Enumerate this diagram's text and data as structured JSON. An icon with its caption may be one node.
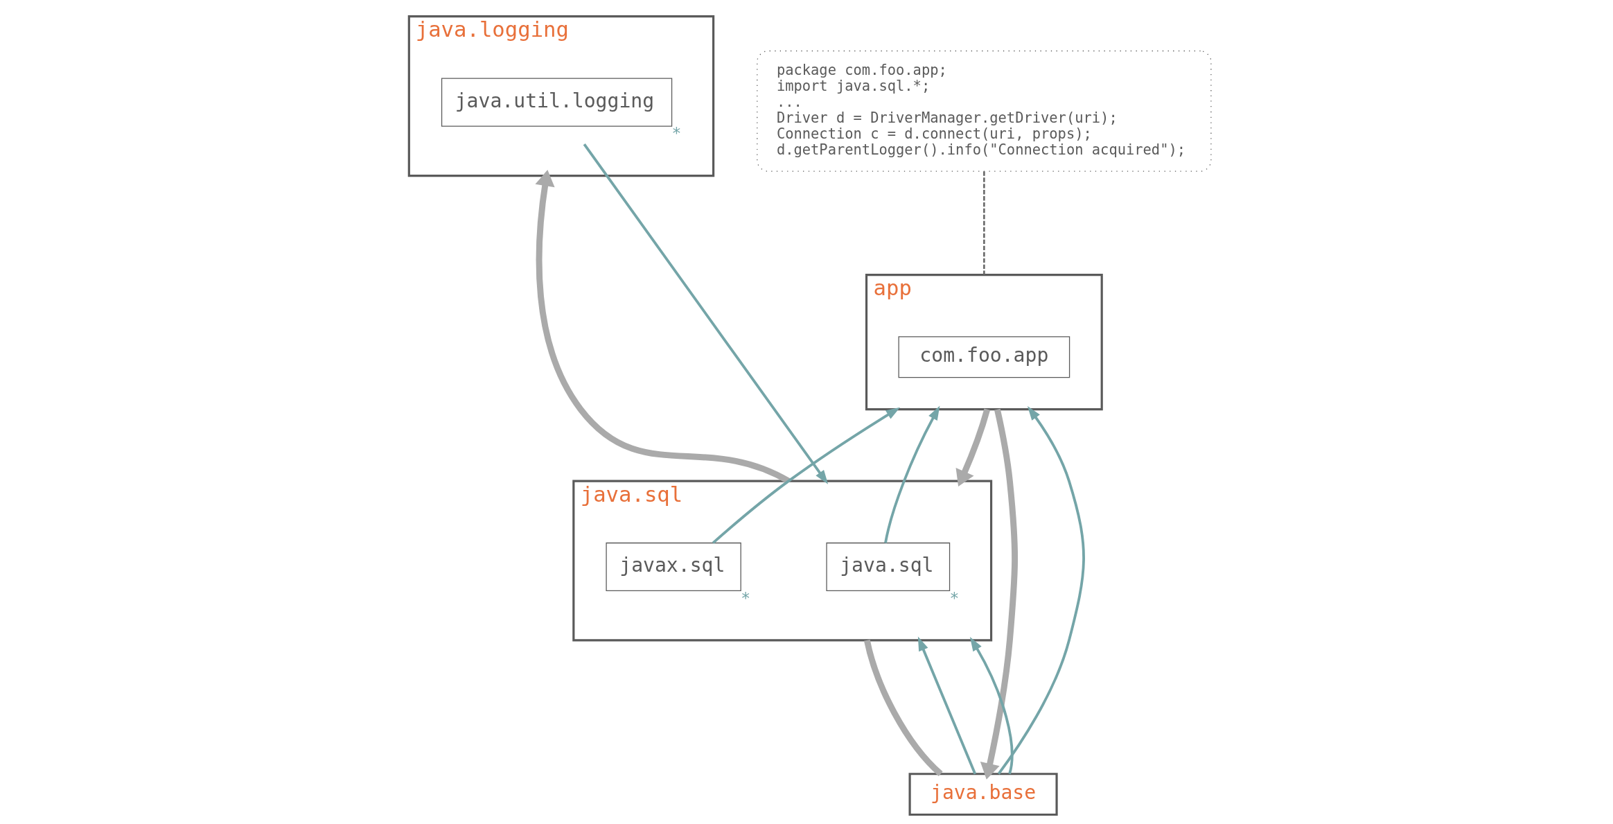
{
  "diagram": {
    "nodes": [
      {
        "text": [
          "app"
        ]
      },
      {
        "text": [
          "com.foo.app"
        ],
        "in": 0
      },
      {
        "text": [
          "java.sql"
        ]
      },
      {
        "text": [
          "java.sql"
        ],
        "in": 2,
        "beside": [
          "*"
        ]
      },
      {
        "text": [
          "javax.sql"
        ],
        "in": 2,
        "beside": [
          "*"
        ]
      },
      {
        "text": [
          "java.logging"
        ]
      },
      {
        "text": [
          "java.util.logging"
        ],
        "in": 5,
        "beside": [
          "*"
        ]
      },
      {
        "text": [
          "java.base"
        ]
      },
      {
        "text": [
          "package com.foo.app;",
          "import java.sql.*;",
          "...",
          "Driver d = DriverManager.getDriver(uri);",
          "Connection c = d.connect(uri, props);",
          "d.getParentLogger().info(\"Connection acquired\");"
        ]
      }
    ],
    "edges": [
      {
        "from": 0,
        "to": 2,
        "arrow": "to",
        "style": "thick",
        "color": "#aaaaaa"
      },
      {
        "from": 0,
        "to": 7,
        "arrow": "to",
        "style": "thick",
        "color": "#aaaaaa"
      },
      {
        "from": 2,
        "to": 5,
        "arrow": "to",
        "style": "thick",
        "color": "#aaaaaa"
      },
      {
        "from": 2,
        "to": 7,
        "arrow": "none",
        "style": "thick",
        "color": "#aaaaaa"
      },
      {
        "from": 3,
        "to": 0,
        "arrow": "to"
      },
      {
        "from": 4,
        "to": 0,
        "arrow": "to"
      },
      {
        "from": 6,
        "to": 2,
        "arrow": "to"
      },
      {
        "from": 7,
        "to": 0,
        "arrow": "to"
      },
      {
        "from": 7,
        "to": 2,
        "arrow": "to"
      },
      {
        "from": 7,
        "to": 2,
        "arrow": "to"
      },
      {
        "from": 8,
        "to": 0,
        "arrow": "none",
        "style": "dashed",
        "color": "#666666"
      }
    ]
  }
}
